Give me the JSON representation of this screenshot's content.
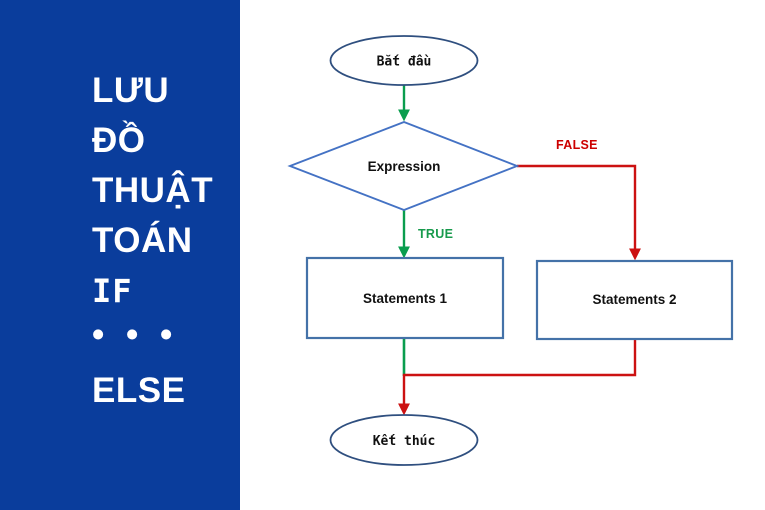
{
  "page": {
    "title": "Luu do thuat toan IF ... ELSE",
    "background_color": "#ffffff"
  },
  "side_panel": {
    "background_color": "#0A3D9C",
    "text_color": "#ffffff",
    "lines": [
      {
        "text": "LƯU",
        "style": "sans"
      },
      {
        "text": "ĐỒ",
        "style": "sans"
      },
      {
        "text": "THUẬT",
        "style": "sans"
      },
      {
        "text": "TOÁN",
        "style": "sans"
      },
      {
        "text": "IF",
        "style": "mono"
      },
      {
        "text": "• • •",
        "style": "dots"
      },
      {
        "text": "ELSE",
        "style": "sans"
      }
    ]
  },
  "flowchart": {
    "colors": {
      "terminator_stroke": "#2F4F7F",
      "process_stroke": "#4472A8",
      "decision_stroke": "#4472C4",
      "true_branch": "#0A9D4E",
      "false_branch": "#CC1111",
      "node_text": "#101010"
    },
    "nodes": {
      "start": {
        "label": "Bắt đầu",
        "shape": "ellipse"
      },
      "decision": {
        "label": "Expression",
        "shape": "diamond"
      },
      "statements_1": {
        "label": "Statements 1",
        "shape": "rectangle"
      },
      "statements_2": {
        "label": "Statements 2",
        "shape": "rectangle"
      },
      "end": {
        "label": "Kết thúc",
        "shape": "ellipse"
      }
    },
    "edges": {
      "true_label": "TRUE",
      "false_label": "FALSE"
    }
  }
}
